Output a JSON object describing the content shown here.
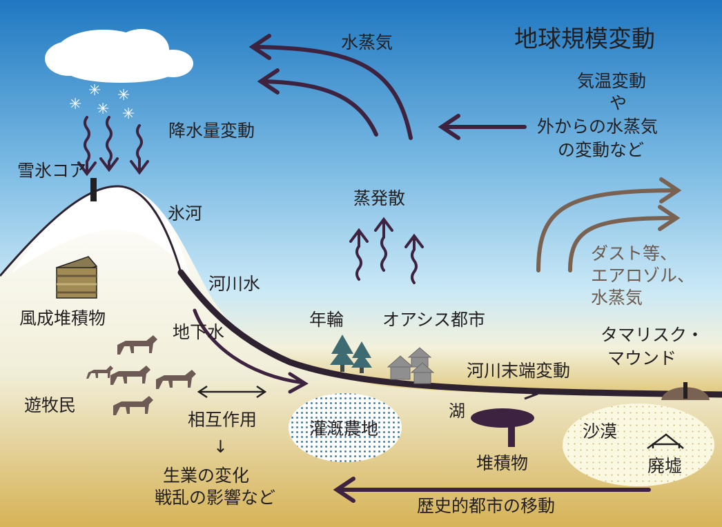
{
  "title": "地球規模変動",
  "labels": {
    "water_vapor_top": "水蒸気",
    "precip_change": "降水量変動",
    "ice_core": "雪氷コア",
    "glacier": "氷河",
    "evapotranspiration": "蒸発散",
    "river_water": "河川水",
    "groundwater": "地下水",
    "eolian_sediment": "風成堆積物",
    "nomads": "遊牧民",
    "tree_rings": "年輪",
    "oasis_city": "オアシス都市",
    "tamarisk_mound": [
      "タマリスク・",
      "マウンド"
    ],
    "river_terminus": "河川末端変動",
    "lake": "湖",
    "interaction": "相互作用",
    "down_arrow": "↓",
    "irrigation": "灌漑農地",
    "sediment": "堆積物",
    "desert": "沙漠",
    "ruins": "廃墟",
    "livelihood_change": [
      "生業の変化",
      "戦乱の影響など"
    ],
    "historic_city_move": "歴史的都市の移動",
    "climate_change_block": [
      "気温変動",
      "や",
      "外からの水蒸気",
      "の変動など"
    ],
    "dust_block": [
      "ダスト等、",
      "エアロゾル、",
      "水蒸気"
    ]
  },
  "colors": {
    "sky_top": "#1f78c1",
    "sky_mid": "#bfe3f7",
    "ground": "#c79d2e",
    "arrow_dark": "#3d2340",
    "arrow_brown": "#7a6253",
    "river": "#2e2231",
    "snow": "#ffffff",
    "dot_fill": "#4a7fa0"
  }
}
